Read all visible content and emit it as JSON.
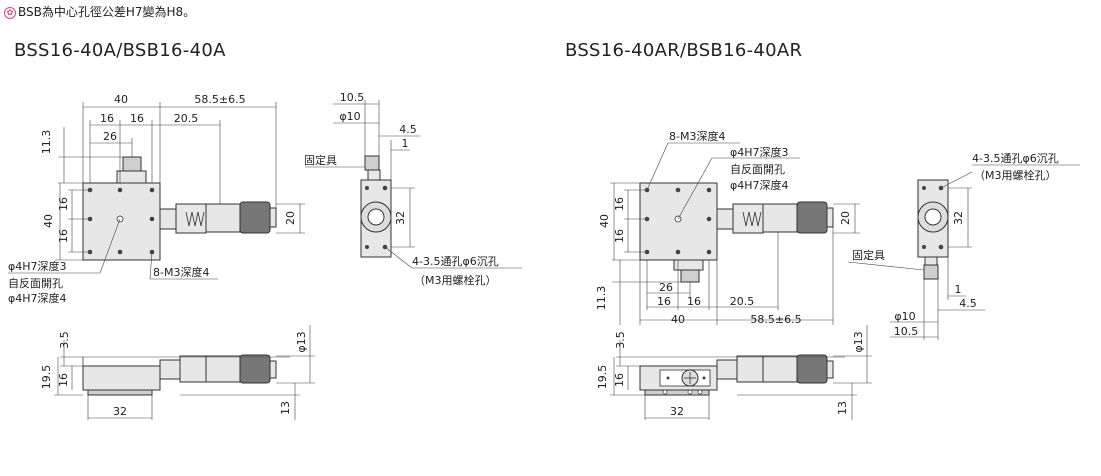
{
  "note": {
    "text": "BSB為中心孔徑公差H7變為H8。",
    "icon": "flower-bullet-icon",
    "icon_color": "#e0457b"
  },
  "left": {
    "title": "BSS16-40A/BSB16-40A",
    "dims": {
      "d40": "40",
      "d585": "58.5±6.5",
      "d16a": "16",
      "d16b": "16",
      "d205": "20.5",
      "d26": "26",
      "d113": "11.3",
      "v40": "40",
      "v16a": "16",
      "v16b": "16",
      "v20": "20",
      "d105": "10.5",
      "dphi10": "φ10",
      "d45": "4.5",
      "d1": "1",
      "v32": "32",
      "v35": "3.5",
      "v195": "19.5",
      "v16c": "16",
      "vphi13": "φ13",
      "v13": "13",
      "h32": "32"
    },
    "labels": {
      "fixture": "固定具",
      "holes4": "4-3.5通孔φ6沉孔",
      "m3bolt": "（M3用螺栓孔）",
      "h7": "φ4H7深度3",
      "rev1": "自反面開孔",
      "rev2": "φ4H7深度4",
      "m3": "8-M3深度4"
    }
  },
  "right": {
    "title": "BSS16-40AR/BSB16-40AR",
    "dims": {
      "d40": "40",
      "d585": "58.5±6.5",
      "d16a": "16",
      "d16b": "16",
      "d205": "20.5",
      "d26": "26",
      "d113": "11.3",
      "v40": "40",
      "v16a": "16",
      "v16b": "16",
      "v20": "20",
      "d105": "10.5",
      "dphi10": "φ10",
      "d45": "4.5",
      "d1": "1",
      "v32": "32",
      "v35": "3.5",
      "v195": "19.5",
      "v16c": "16",
      "vphi13": "φ13",
      "v13": "13",
      "h32": "32"
    },
    "labels": {
      "fixture": "固定具",
      "holes4": "4-3.5通孔φ6沉孔",
      "m3bolt": "（M3用螺栓孔）",
      "m3": "8-M3深度4",
      "h7": "φ4H7深度3",
      "rev1": "自反面開孔",
      "rev2": "φ4H7深度4"
    }
  }
}
